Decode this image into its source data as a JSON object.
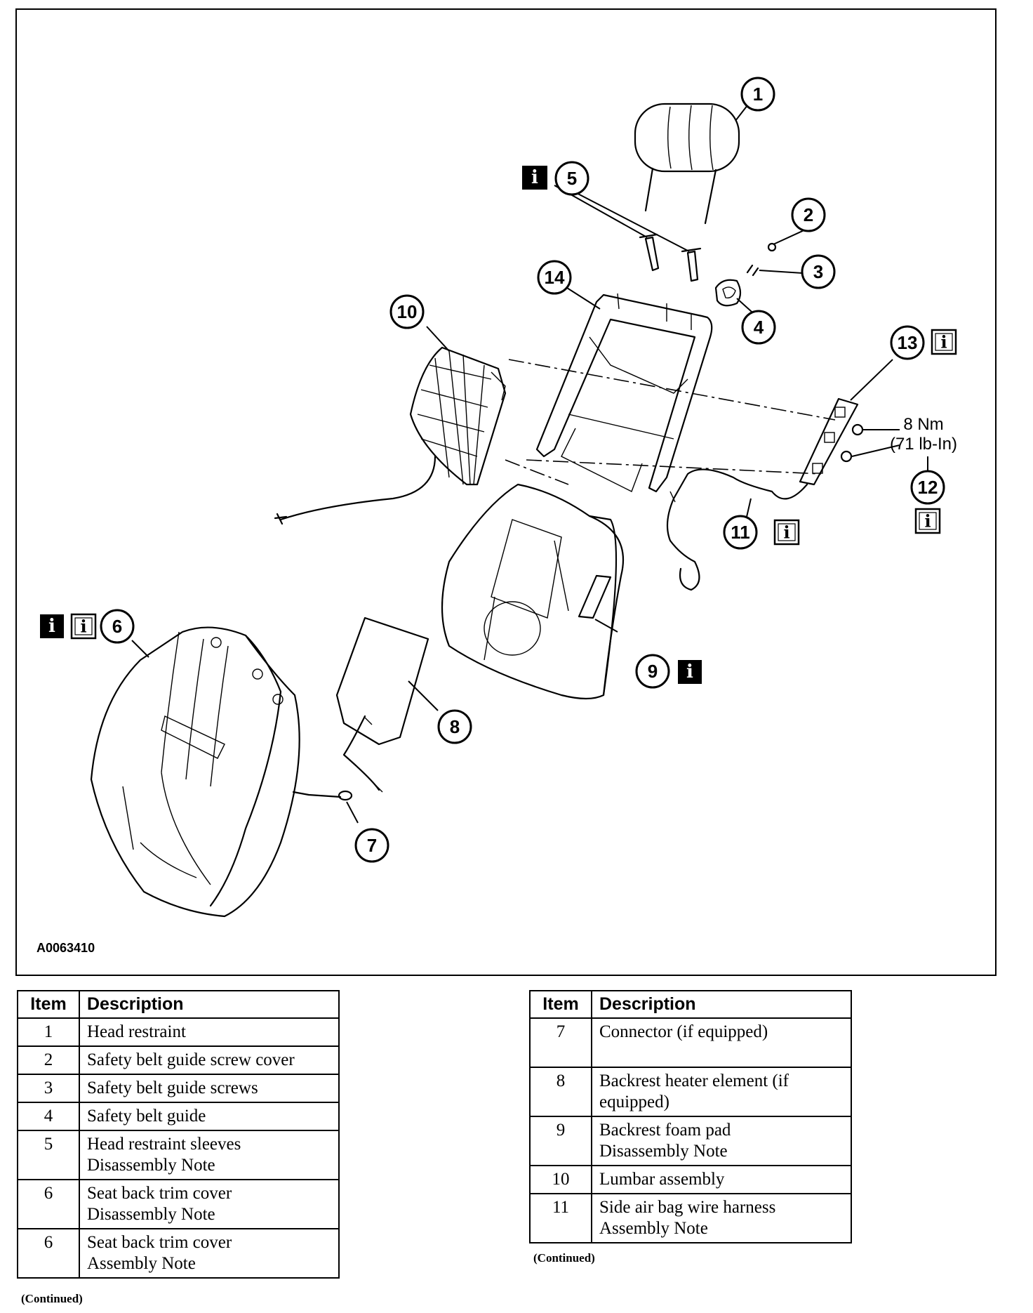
{
  "figure_code": "A0063410",
  "callouts": [
    "1",
    "2",
    "3",
    "4",
    "5",
    "6",
    "7",
    "8",
    "9",
    "10",
    "11",
    "12",
    "13",
    "14"
  ],
  "info_glyph": "i",
  "torque": {
    "line1": "8 Nm",
    "line2": "(71 lb-In)"
  },
  "table_header": {
    "item": "Item",
    "description": "Description"
  },
  "table_left": [
    {
      "item": "1",
      "line1": "Head restraint",
      "line2": ""
    },
    {
      "item": "2",
      "line1": "Safety belt guide screw cover",
      "line2": ""
    },
    {
      "item": "3",
      "line1": "Safety belt guide screws",
      "line2": ""
    },
    {
      "item": "4",
      "line1": "Safety belt guide",
      "line2": ""
    },
    {
      "item": "5",
      "line1": "Head restraint sleeves",
      "line2": "Disassembly Note"
    },
    {
      "item": "6",
      "line1": "Seat back trim cover",
      "line2": "Disassembly Note"
    },
    {
      "item": "6",
      "line1": "Seat back trim cover",
      "line2": "Assembly Note"
    }
  ],
  "table_right": [
    {
      "item": "7",
      "line1": "Connector (if equipped)",
      "line2": ""
    },
    {
      "item": "8",
      "line1": "Backrest heater element (if",
      "line2": "equipped)"
    },
    {
      "item": "9",
      "line1": "Backrest foam pad",
      "line2": "Disassembly Note"
    },
    {
      "item": "10",
      "line1": "Lumbar assembly",
      "line2": ""
    },
    {
      "item": "11",
      "line1": "Side air bag wire harness",
      "line2": "Assembly Note"
    }
  ],
  "continued_label": "(Continued)"
}
